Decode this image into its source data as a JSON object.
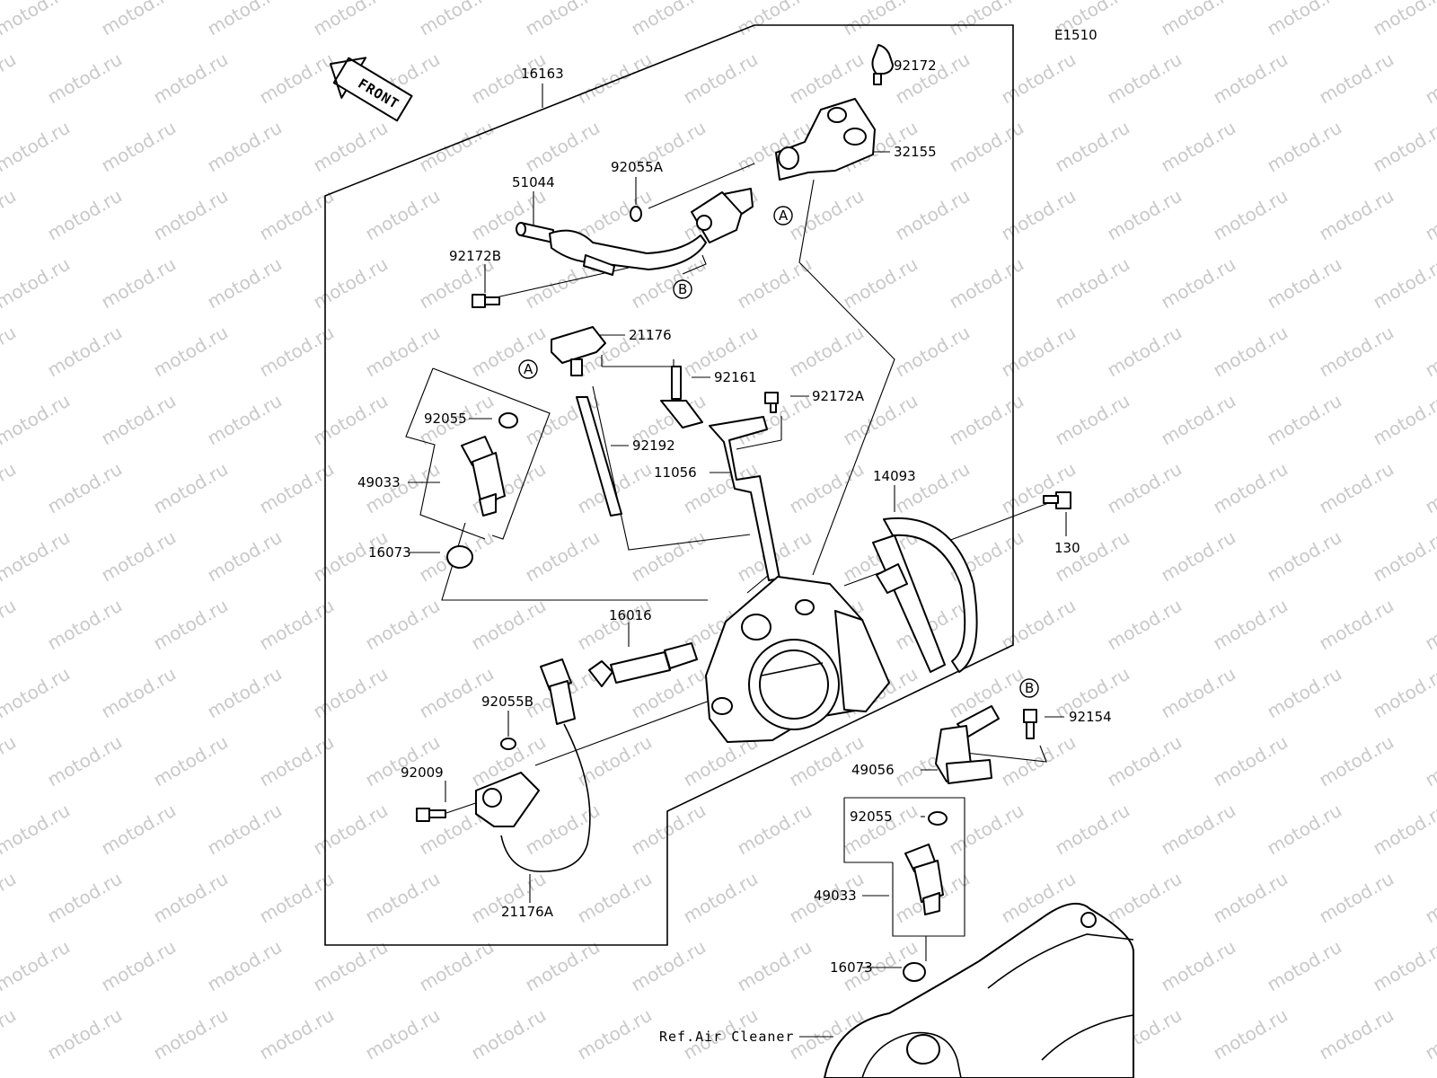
{
  "diagram": {
    "code": "E1510",
    "front_label": "FRONT",
    "watermark": "motod.ru",
    "reference_note": "Ref.Air Cleaner"
  },
  "callouts": {
    "16163": "16163",
    "92172": "92172",
    "32155": "32155",
    "92055A": "92055A",
    "51044": "51044",
    "92172B": "92172B",
    "21176": "21176",
    "92161": "92161",
    "92172A": "92172A",
    "92192": "92192",
    "11056": "11056",
    "14093": "14093",
    "130": "130",
    "92055_upper": "92055",
    "49033_upper": "49033",
    "16073_upper": "16073",
    "16016": "16016",
    "92055B": "92055B",
    "92009": "92009",
    "21176A": "21176A",
    "92154": "92154",
    "49056": "49056",
    "92055_lower": "92055",
    "49033_lower": "49033",
    "16073_lower": "16073"
  },
  "reference_markers": {
    "A_top": "A",
    "A_left": "A",
    "B_mid": "B",
    "B_right": "B"
  }
}
